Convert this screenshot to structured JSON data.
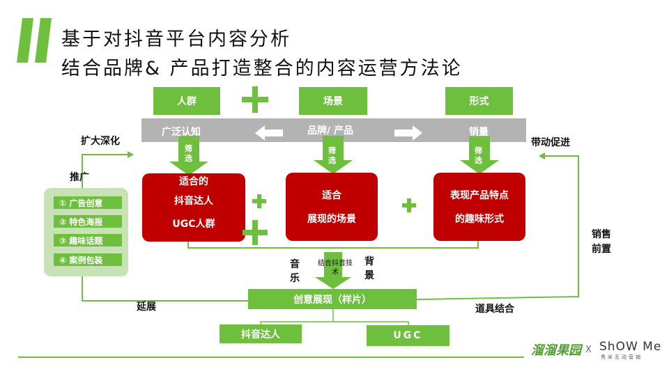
{
  "title": {
    "line1": "基于对抖音平台内容分析",
    "line2": "结合品牌& 产品打造整合的内容运营方法论"
  },
  "top_boxes": [
    "人群",
    "场景",
    "形式"
  ],
  "bar": {
    "left": "广泛认知",
    "center": "品牌/ 产品",
    "right": "销量"
  },
  "filters": {
    "left": "筛选",
    "center": "筛选",
    "right": "筛选"
  },
  "red_boxes": {
    "left": {
      "line1": "适合的",
      "line2": "抖音达人",
      "line3": "UGC人群"
    },
    "center": {
      "line1": "适合",
      "line2": "展现的场景"
    },
    "right": {
      "line1": "表现产品特点",
      "line2": "的趣味形式"
    }
  },
  "side_labels": {
    "expand": "扩大深化",
    "promote": "推广",
    "drive": "带动促进",
    "presale": "销售前置",
    "extend": "延展",
    "props": "道具结合"
  },
  "promo_list": [
    "① 广告创意",
    "② 特色海报",
    "③ 趣味话题",
    "④ 案例包装"
  ],
  "middle": {
    "music": "音乐",
    "bg": "背景",
    "tech": "结合抖音技术"
  },
  "creative": "创意展现（样片）",
  "bottom": {
    "left": "抖音达人",
    "right": "UGC"
  },
  "logos": {
    "brand": "溜溜果园",
    "x": "X",
    "show": "ShOW Me",
    "show_sub": "秀米互动营销"
  },
  "colors": {
    "green": "#6fbf3f",
    "red": "#c00000",
    "gray": "#b3b3b3"
  }
}
